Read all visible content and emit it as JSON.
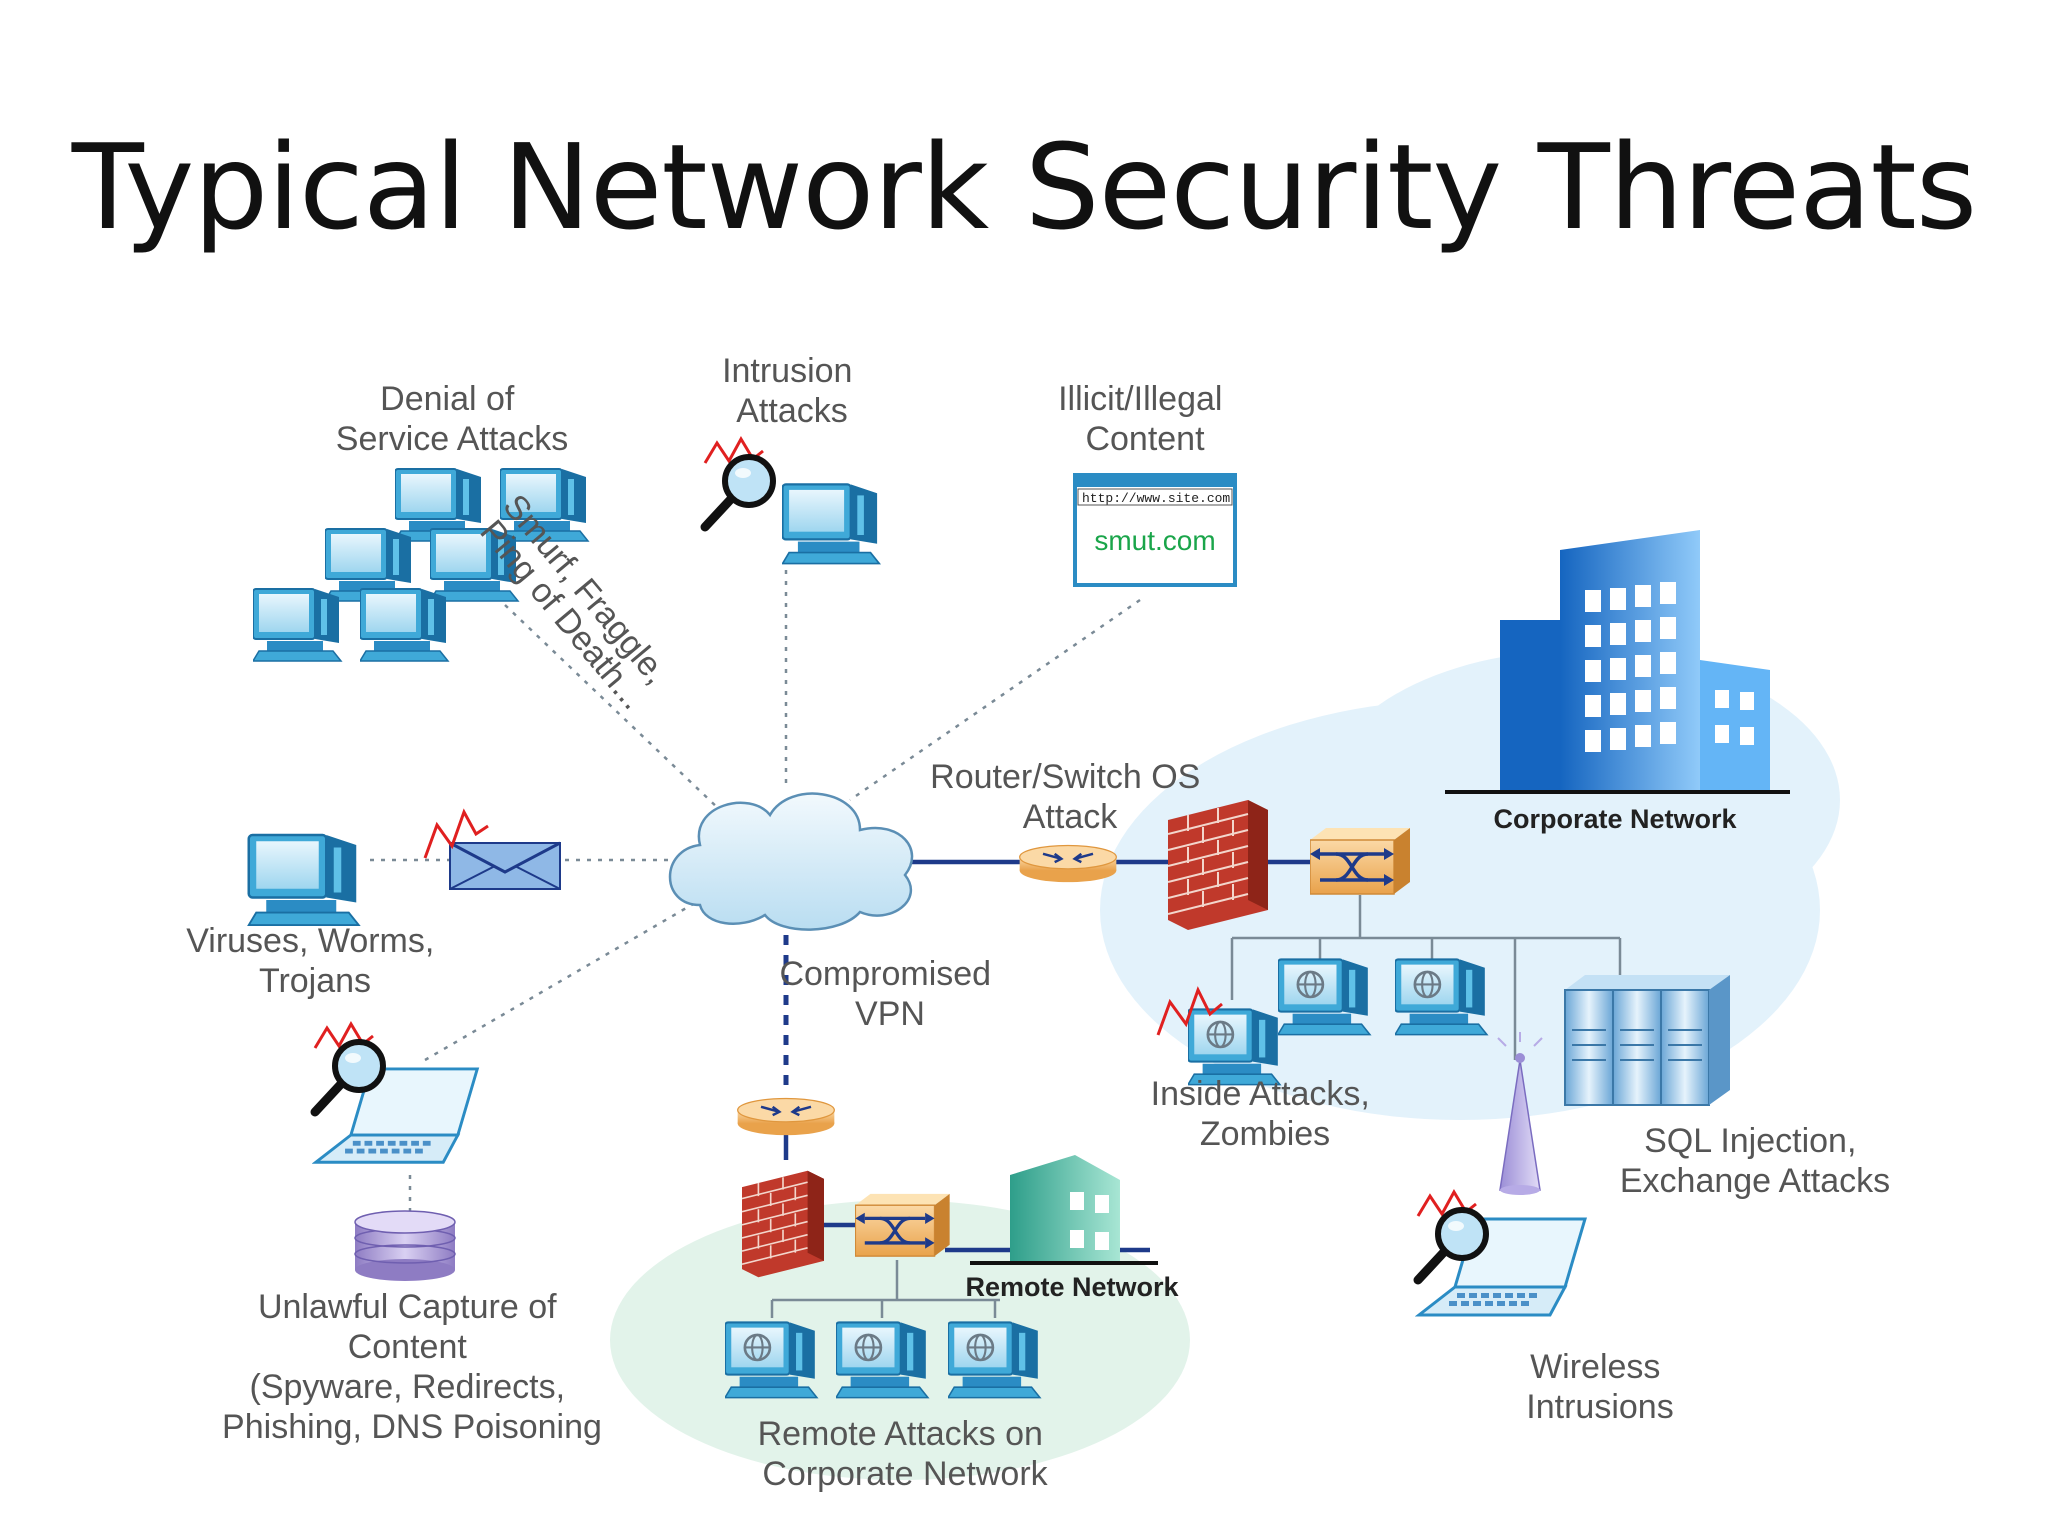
{
  "title": "Typical Network Security Threats",
  "labels": {
    "dos": [
      "Denial of",
      "Service Attacks"
    ],
    "dos_methods": [
      "Smurf, Fraggle,",
      "Ping of Death..."
    ],
    "intrusion": [
      "Intrusion",
      "Attacks"
    ],
    "illicit": [
      "Illicit/Illegal",
      "Content"
    ],
    "browser_url": "http://www.site.com",
    "browser_text": "smut.com",
    "router_attack": [
      "Router/Switch OS",
      "Attack"
    ],
    "corporate_network": "Corporate Network",
    "viruses": [
      "Viruses, Worms,",
      "Trojans"
    ],
    "compromised_vpn": [
      "Compromised",
      "VPN"
    ],
    "inside_attacks": [
      "Inside Attacks,",
      "Zombies"
    ],
    "sql_injection": [
      "SQL Injection,",
      "Exchange Attacks"
    ],
    "unlawful_capture": [
      "Unlawful Capture of",
      "Content",
      "(Spyware, Redirects,",
      "Phishing, DNS Poisoning"
    ],
    "remote_network": "Remote Network",
    "remote_attacks": [
      "Remote Attacks on",
      "Corporate Network"
    ],
    "wireless": [
      "Wireless",
      "Intrusions"
    ]
  },
  "colors": {
    "monitor": "#3fa9d8",
    "monitor_dark": "#1a6fa3",
    "cloud": "#d6ecf8",
    "corp_zone": "#e3f2fb",
    "remote_zone": "#e2f3ea",
    "firewall": "#c0392b",
    "router": "#f2b867",
    "link": "#1e3a8a",
    "alert": "#e02020"
  }
}
